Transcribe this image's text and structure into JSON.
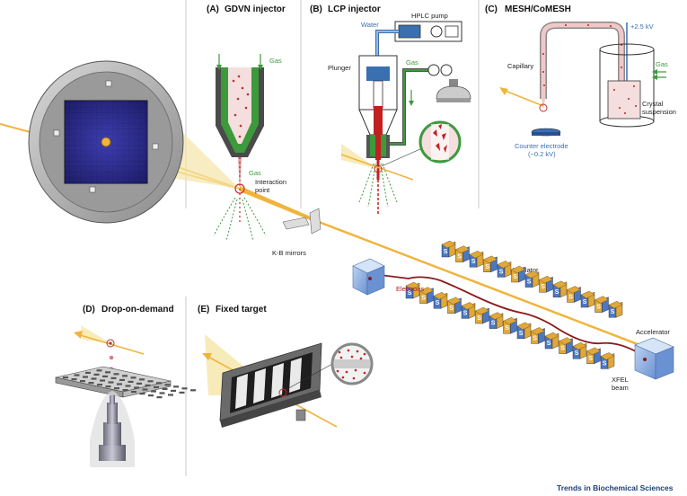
{
  "panels": {
    "a": "(A)",
    "a_title": "GDVN injector",
    "b": "(B)",
    "b_title": "LCP injector",
    "c": "(C)",
    "c_title": "MESH/CoMESH",
    "d": "(D)",
    "d_title": "Drop-on-demand",
    "e": "(E)",
    "e_title": "Fixed target"
  },
  "labels": {
    "gas_top": "Gas",
    "gas_mid": "Gas",
    "interaction_point": "Interaction\npoint",
    "kb_mirrors": "K-B mirrors",
    "water": "Water",
    "hplc_pump": "HPLC pump",
    "plunger": "Plunger",
    "gas_lcp": "Gas",
    "capillary": "Capillary",
    "voltage_plus": "+2.5 kV",
    "gas_mesh": "Gas",
    "crystal_suspension": "Crystal\nsuspension",
    "counter_electrode": "Counter electrode",
    "counter_voltage": "(−0.2 kV)",
    "undulator": "Undulator",
    "electrons": "Electrons",
    "accelerator": "Accelerator",
    "xfel_beam": "XFEL\nbeam",
    "undulator_magnet": "S"
  },
  "credit": "Trends in Biochemical Sciences",
  "colors": {
    "beam": "#f0b43c",
    "electron": "#8b1a1a",
    "gas": "#3c9a3c",
    "water": "#3a6fb0",
    "magnet_blue": "#4a78c4",
    "magnet_gold": "#e0a838",
    "detector_panel": "#1c1c6e"
  }
}
